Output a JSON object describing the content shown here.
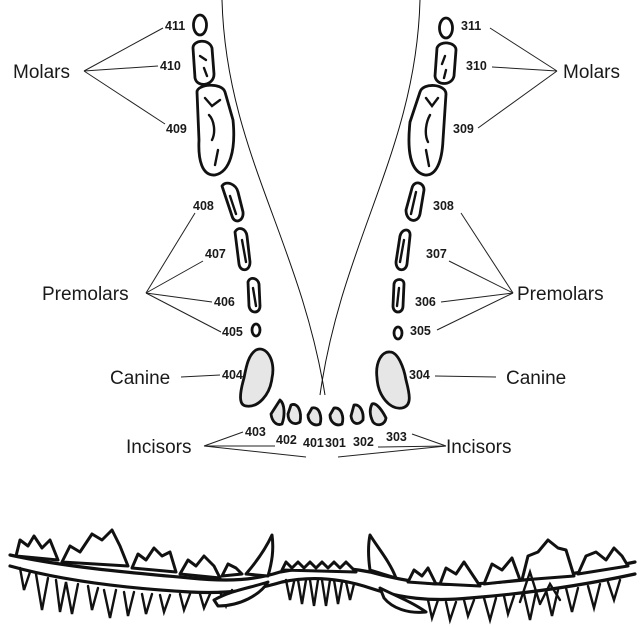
{
  "tooth_numbers": {
    "t411": "411",
    "t410": "410",
    "t409": "409",
    "t408": "408",
    "t407": "407",
    "t406": "406",
    "t405": "405",
    "t404": "404",
    "t403": "403",
    "t402": "402",
    "t401": "401",
    "t311": "311",
    "t310": "310",
    "t309": "309",
    "t308": "308",
    "t307": "307",
    "t306": "306",
    "t305": "305",
    "t304": "304",
    "t303": "303",
    "t302": "302",
    "t301": "301"
  },
  "labels": {
    "molars_left": "Molars",
    "molars_right": "Molars",
    "premolars_left": "Premolars",
    "premolars_right": "Premolars",
    "canine_left": "Canine",
    "canine_right": "Canine",
    "incisors_left": "Incisors",
    "incisors_right": "Incisors"
  },
  "colors": {
    "outline": "#111111",
    "canine_fill": "#e6e6e6",
    "background": "#ffffff"
  }
}
